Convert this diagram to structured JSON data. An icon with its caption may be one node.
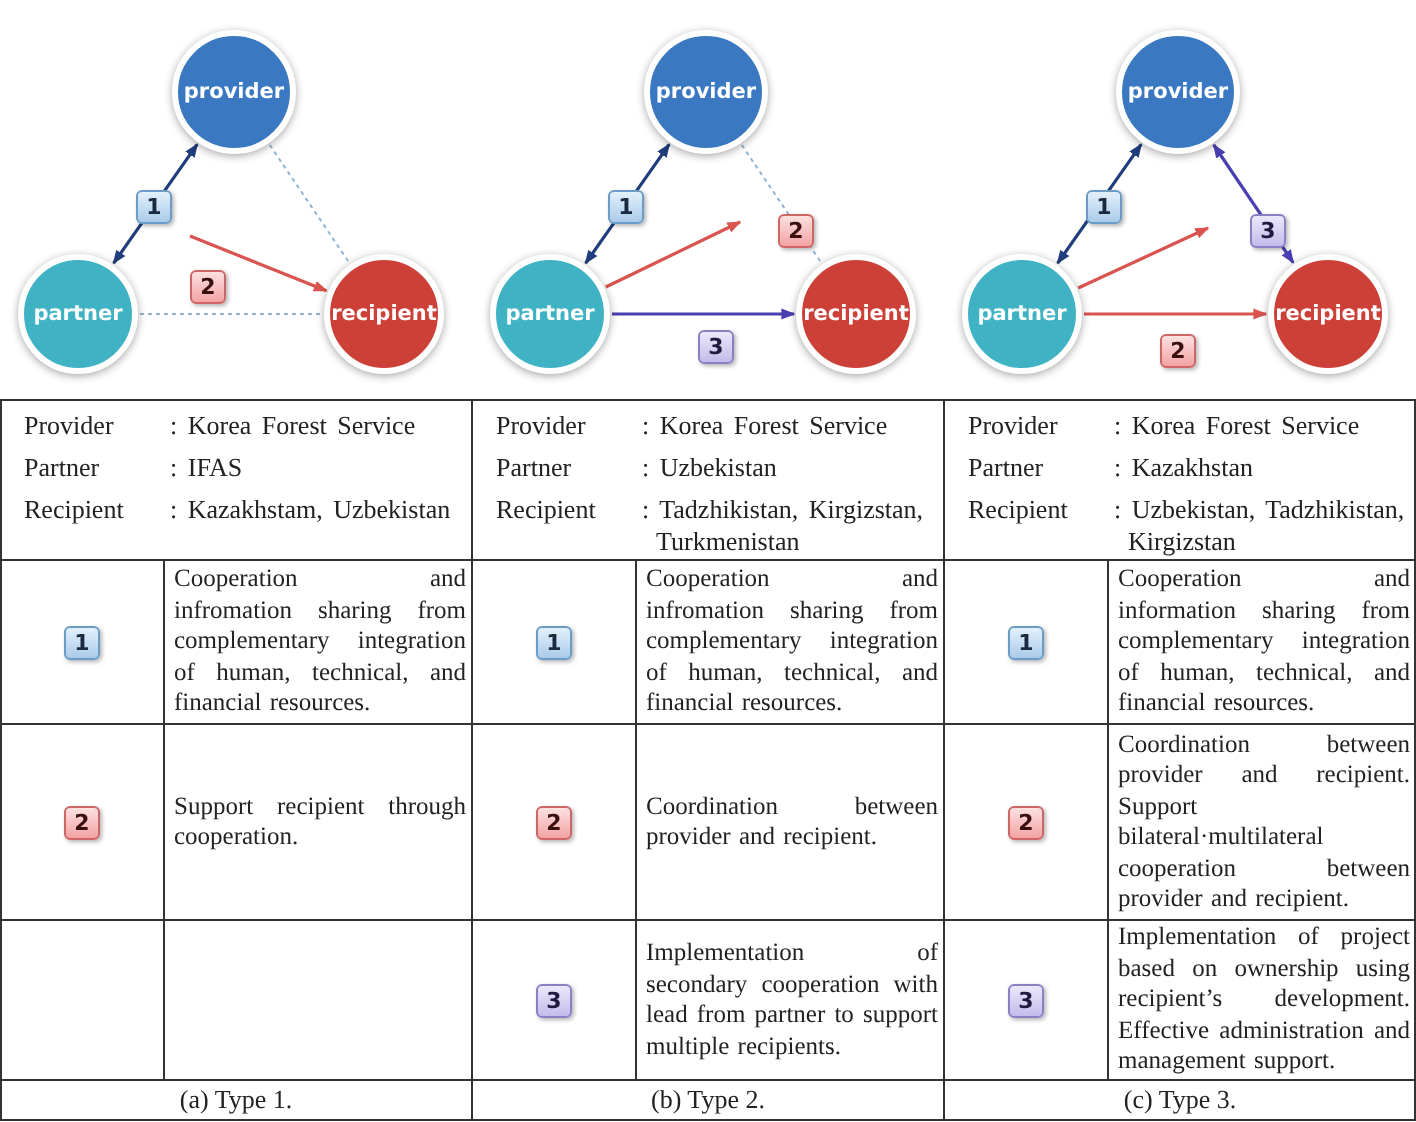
{
  "diagram": {
    "nodes": [
      {
        "text": [
          "provider"
        ]
      },
      {
        "text": [
          "partner"
        ]
      },
      {
        "text": [
          "recipient"
        ]
      },
      {
        "text": [
          "provider"
        ]
      },
      {
        "text": [
          "partner"
        ]
      },
      {
        "text": [
          "recipient"
        ]
      },
      {
        "text": [
          "provider"
        ]
      },
      {
        "text": [
          "partner"
        ]
      },
      {
        "text": [
          "recipient"
        ]
      }
    ],
    "edges": [
      {
        "from": 1,
        "to": 0,
        "arrow": "both",
        "color": "#1f3d7a"
      },
      {
        "from": null,
        "to": 2,
        "arrow": "to",
        "color": "#d9534f"
      },
      {
        "from": 0,
        "to": 2,
        "arrow": "none",
        "style": "dashed",
        "color": "#8db4d6"
      },
      {
        "from": 1,
        "to": 2,
        "arrow": "none",
        "style": "dashed",
        "color": "#8db4d6"
      },
      {
        "from": 4,
        "to": 3,
        "arrow": "both",
        "color": "#1f3d7a"
      },
      {
        "from": 4,
        "to": null,
        "arrow": "to",
        "color": "#d9534f"
      },
      {
        "from": 4,
        "to": 5,
        "arrow": "to",
        "color": "#4a3fb0"
      },
      {
        "from": 3,
        "to": 5,
        "arrow": "none",
        "style": "dashed",
        "color": "#8db4d6"
      },
      {
        "from": 7,
        "to": 6,
        "arrow": "both",
        "color": "#1f3d7a"
      },
      {
        "from": 6,
        "to": 8,
        "arrow": "both",
        "color": "#4a3fb0"
      },
      {
        "from": 7,
        "to": null,
        "arrow": "to",
        "color": "#d9534f"
      },
      {
        "from": 7,
        "to": 8,
        "arrow": "to",
        "color": "#d9534f"
      }
    ],
    "labels": [
      "1",
      "2",
      "1",
      "2",
      "3",
      "1",
      "3",
      "2",
      "Provider",
      ": Korea Forest Service",
      "Partner",
      ": IFAS",
      "Recipient",
      ": Kazakhstam, Uzbekistan",
      "Provider",
      ": Korea Forest Service",
      "Partner",
      ": Uzbekistan",
      "Recipient",
      ": Tadzhikistan, Kirgizstan, Turkmenistan",
      "Provider",
      ": Korea Forest Service",
      "Partner",
      ": Kazakhstan",
      "Recipient",
      ": Uzbekistan, Tadzhikistan, Kirgizstan",
      "1",
      "Cooperation and infromation sharing from complementary integration of human, technical, and financial resources.",
      "1",
      "Cooperation and infromation sharing from complementary integration of human, technical, and financial resources.",
      "1",
      "Cooperation and information sharing from complementary integration of human, technical, and financial resources.",
      "2",
      "Support recipient through cooperation.",
      "2",
      "Coordination between provider and recipient.",
      "2",
      "Coordination between provider and recipient. Support bilateral·multilateral cooperation between provider and recipient.",
      "3",
      "Implementation of secondary cooperation with lead from partner to support multiple recipients.",
      "3",
      "Implementation of project based on ownership using recipient’s development. Effective administration and management support.",
      "(a) Type 1.",
      "(b) Type 2.",
      "(c) Type 3."
    ]
  }
}
